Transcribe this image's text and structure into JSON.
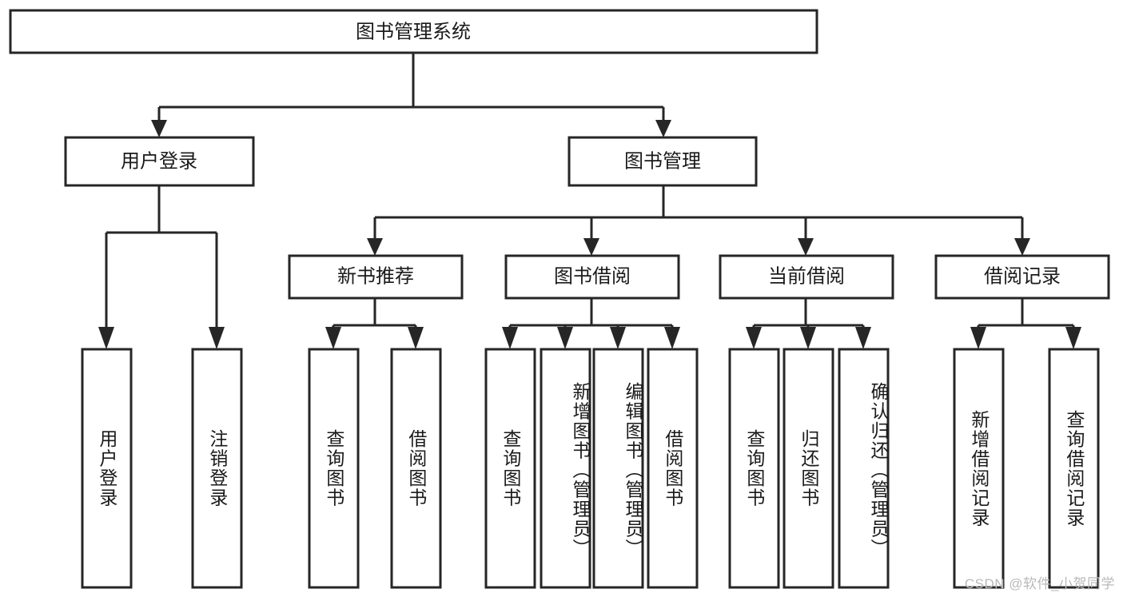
{
  "diagram": {
    "type": "tree-hierarchy-flowchart",
    "title": "图书管理系统",
    "watermark": "CSDN @软件_小贺同学",
    "colors": {
      "stroke": "#262626",
      "fill": "#ffffff",
      "text": "#1a1a1a",
      "watermark": "#b9b9b9",
      "background": "#ffffff"
    },
    "root": {
      "label": "图书管理系统"
    },
    "level2": [
      {
        "label": "用户登录"
      },
      {
        "label": "图书管理"
      }
    ],
    "level3": [
      {
        "label": "新书推荐"
      },
      {
        "label": "图书借阅"
      },
      {
        "label": "当前借阅"
      },
      {
        "label": "借阅记录"
      }
    ],
    "leaves": {
      "用户登录": [
        {
          "label": "用户登录"
        },
        {
          "label": "注销登录"
        }
      ],
      "新书推荐": [
        {
          "label": "查询图书"
        },
        {
          "label": "借阅图书"
        }
      ],
      "图书借阅": [
        {
          "label": "查询图书"
        },
        {
          "label": "新增图书（管理员）"
        },
        {
          "label": "编辑图书（管理员）"
        },
        {
          "label": "借阅图书"
        }
      ],
      "当前借阅": [
        {
          "label": "查询图书"
        },
        {
          "label": "归还图书"
        },
        {
          "label": "确认归还（管理员）"
        }
      ],
      "借阅记录": [
        {
          "label": "新增借阅记录"
        },
        {
          "label": "查询借阅记录"
        }
      ]
    },
    "labels": {
      "root_title": "图书管理系统",
      "l2_user_login": "用户登录",
      "l2_book_manage": "图书管理",
      "l3_new_book": "新书推荐",
      "l3_book_borrow": "图书借阅",
      "l3_current_borrow": "当前借阅",
      "l3_borrow_record": "借阅记录",
      "leaf_user_login": "用户登录",
      "leaf_logout": "注销登录",
      "leaf_nb_query": "查询图书",
      "leaf_nb_borrow": "借阅图书",
      "leaf_bb_query": "查询图书",
      "leaf_bb_add": "新增图书（管理员）",
      "leaf_bb_edit": "编辑图书（管理员）",
      "leaf_bb_borrow": "借阅图书",
      "leaf_cb_query": "查询图书",
      "leaf_cb_return": "归还图书",
      "leaf_cb_confirm": "确认归还（管理员）",
      "leaf_br_add": "新增借阅记录",
      "leaf_br_query": "查询借阅记录"
    }
  }
}
